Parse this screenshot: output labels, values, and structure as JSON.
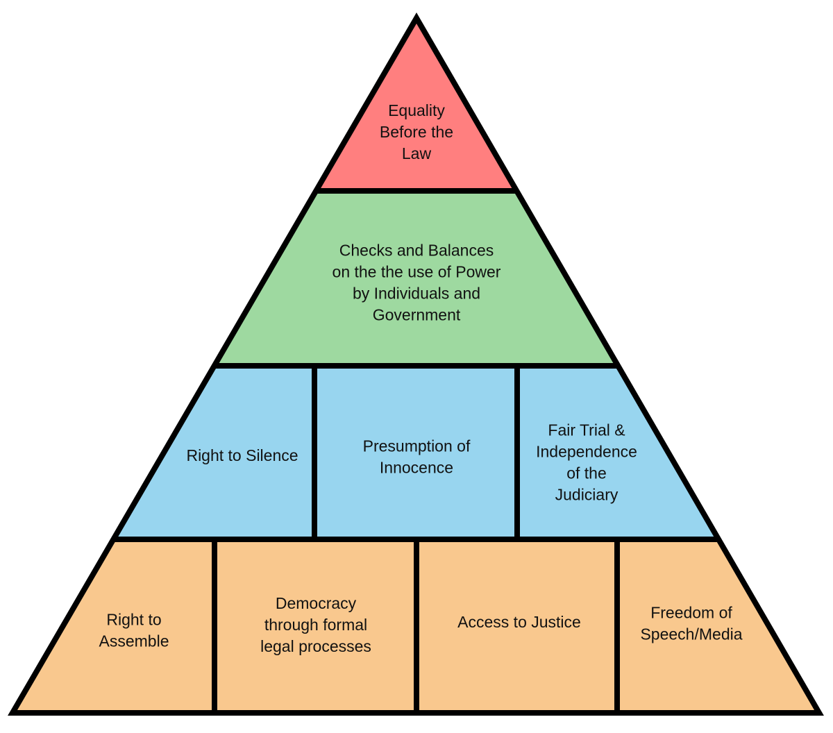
{
  "pyramid": {
    "levels": [
      {
        "name": "level-top",
        "color": "#ff7f7f",
        "cells": [
          {
            "name": "equality-before-law",
            "lines": [
              "Equality",
              "Before the",
              "Law"
            ]
          }
        ]
      },
      {
        "name": "level-second",
        "color": "#9ed9a0",
        "cells": [
          {
            "name": "checks-and-balances",
            "lines": [
              "Checks and Balances",
              "on the the use of Power",
              "by Individuals and",
              "Government"
            ]
          }
        ]
      },
      {
        "name": "level-third",
        "color": "#98d5ef",
        "cells": [
          {
            "name": "right-to-silence",
            "lines": [
              "Right to Silence"
            ]
          },
          {
            "name": "presumption-of-innocence",
            "lines": [
              "Presumption of",
              "Innocence"
            ]
          },
          {
            "name": "fair-trial",
            "lines": [
              "Fair Trial &",
              "Independence",
              "of the",
              "Judiciary"
            ]
          }
        ]
      },
      {
        "name": "level-bottom",
        "color": "#f9c88e",
        "cells": [
          {
            "name": "right-to-assemble",
            "lines": [
              "Right to",
              "Assemble"
            ]
          },
          {
            "name": "democracy-legal-processes",
            "lines": [
              "Democracy",
              "through formal",
              "legal processes"
            ]
          },
          {
            "name": "access-to-justice",
            "lines": [
              "Access to Justice"
            ]
          },
          {
            "name": "freedom-of-speech",
            "lines": [
              "Freedom of",
              "Speech/Media"
            ]
          }
        ]
      }
    ]
  }
}
